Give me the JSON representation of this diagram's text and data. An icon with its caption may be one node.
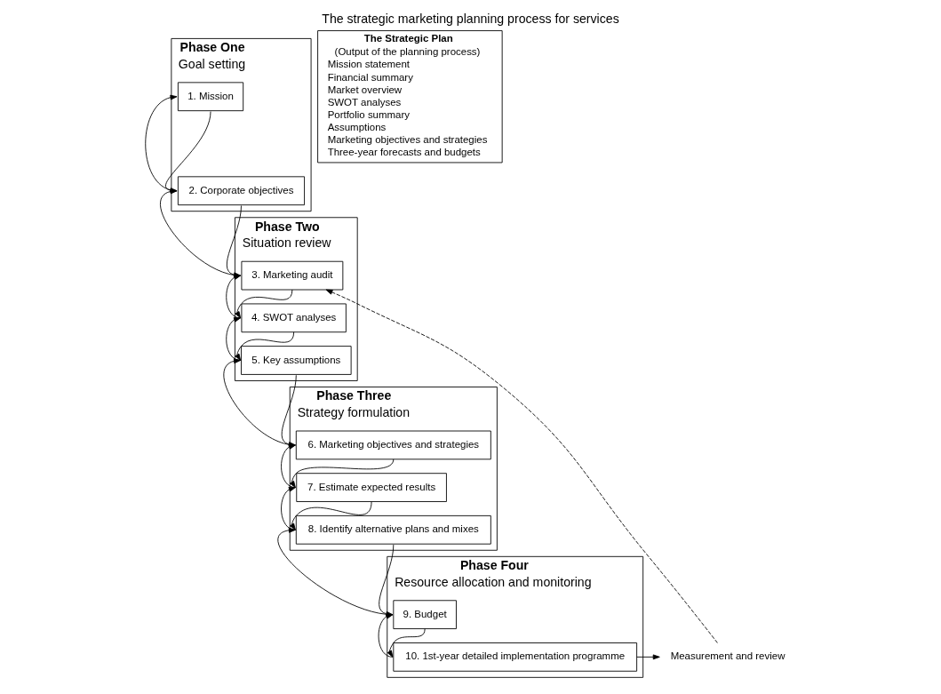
{
  "diagram": {
    "title": "The strategic marketing planning process for services",
    "nodes": [
      {
        "text": [
          "Phase One",
          "Goal setting"
        ]
      },
      {
        "text": [
          "1. Mission"
        ],
        "in": 0
      },
      {
        "text": [
          "2. Corporate objectives"
        ],
        "in": 0
      },
      {
        "text": [
          "Phase Two",
          "Situation review"
        ]
      },
      {
        "text": [
          "3. Marketing audit"
        ],
        "in": 3
      },
      {
        "text": [
          "4. SWOT analyses"
        ],
        "in": 3
      },
      {
        "text": [
          "5. Key assumptions"
        ],
        "in": 3
      },
      {
        "text": [
          "Phase Three",
          "Strategy formulation"
        ]
      },
      {
        "text": [
          "6. Marketing objectives and strategies"
        ],
        "in": 7
      },
      {
        "text": [
          "7. Estimate expected results"
        ],
        "in": 7
      },
      {
        "text": [
          "8. Identify alternative plans and mixes"
        ],
        "in": 7
      },
      {
        "text": [
          "Phase Four",
          "Resource allocation and monitoring"
        ]
      },
      {
        "text": [
          "9. Budget"
        ],
        "in": 11
      },
      {
        "text": [
          "10. 1st-year detailed implementation programme"
        ],
        "in": 11
      },
      {
        "text": [
          "The Strategic Plan",
          "(Output of the planning process)",
          "Mission statement",
          "Financial summary",
          "Market overview",
          "SWOT analyses",
          "Portfolio summary",
          "Assumptions",
          "Marketing objectives and strategies",
          "Three-year forecasts and budgets"
        ]
      },
      {
        "text": [
          "Measurement and review"
        ]
      }
    ],
    "edges": [
      {
        "from": 1,
        "to": 2,
        "arrow": "to"
      },
      {
        "from": 2,
        "to": 1,
        "arrow": "to"
      },
      {
        "from": 2,
        "to": 4,
        "arrow": "to"
      },
      {
        "from": 4,
        "to": 2,
        "arrow": "to"
      },
      {
        "from": 4,
        "to": 5,
        "arrow": "to"
      },
      {
        "from": 5,
        "to": 4,
        "arrow": "to"
      },
      {
        "from": 5,
        "to": 6,
        "arrow": "to"
      },
      {
        "from": 6,
        "to": 5,
        "arrow": "to"
      },
      {
        "from": 6,
        "to": 8,
        "arrow": "to"
      },
      {
        "from": 8,
        "to": 6,
        "arrow": "to"
      },
      {
        "from": 8,
        "to": 9,
        "arrow": "to"
      },
      {
        "from": 9,
        "to": 8,
        "arrow": "to"
      },
      {
        "from": 9,
        "to": 10,
        "arrow": "to"
      },
      {
        "from": 10,
        "to": 9,
        "arrow": "to"
      },
      {
        "from": 10,
        "to": 12,
        "arrow": "to"
      },
      {
        "from": 12,
        "to": 10,
        "arrow": "to"
      },
      {
        "from": 12,
        "to": 13,
        "arrow": "to"
      },
      {
        "from": 13,
        "to": 12,
        "arrow": "to"
      },
      {
        "from": 13,
        "to": 15,
        "arrow": "to"
      },
      {
        "from": 15,
        "to": 4,
        "arrow": "to",
        "style": "dashed"
      }
    ]
  }
}
